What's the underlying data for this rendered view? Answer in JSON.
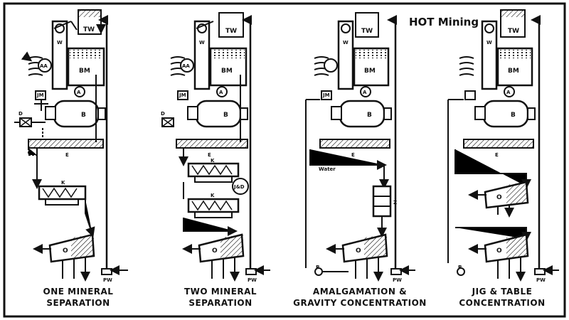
{
  "brand": "HOT Mining",
  "labels": {
    "tank": "TW",
    "mill": "BM",
    "belt": "W",
    "mill_motor": "A",
    "classifier": "B",
    "jig_motor": "JM",
    "drive": "D",
    "launder": "E",
    "jig": "K",
    "table": "O",
    "pump": "PW",
    "amalgamator": "AA",
    "jig_drive": "J&D",
    "pump2": "P",
    "separator": "Z",
    "water": "Water"
  },
  "panels": [
    {
      "caption_line1": "ONE MINERAL",
      "caption_line2": "SEPARATION"
    },
    {
      "caption_line1": "TWO MINERAL",
      "caption_line2": "SEPARATION"
    },
    {
      "caption_line1": "AMALGAMATION &",
      "caption_line2": "GRAVITY CONCENTRATION"
    },
    {
      "caption_line1": "JIG & TABLE",
      "caption_line2": "CONCENTRATION"
    }
  ]
}
